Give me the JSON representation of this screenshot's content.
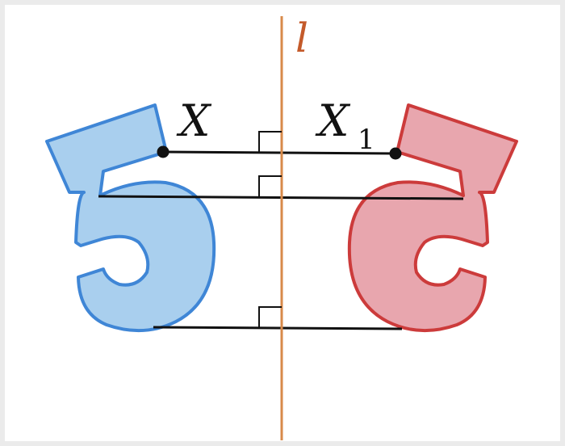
{
  "diagram": {
    "axis_label": "l",
    "point_label": "X",
    "image_label_main": "X",
    "image_label_sub": "1",
    "colors": {
      "axis": "#d88a4a",
      "original_fill": "#a9cfee",
      "original_stroke": "#3f86d6",
      "image_fill": "#e8a6ae",
      "image_stroke": "#cc3b3b",
      "segment": "#111111",
      "right_angle_mark": "#111111"
    }
  }
}
